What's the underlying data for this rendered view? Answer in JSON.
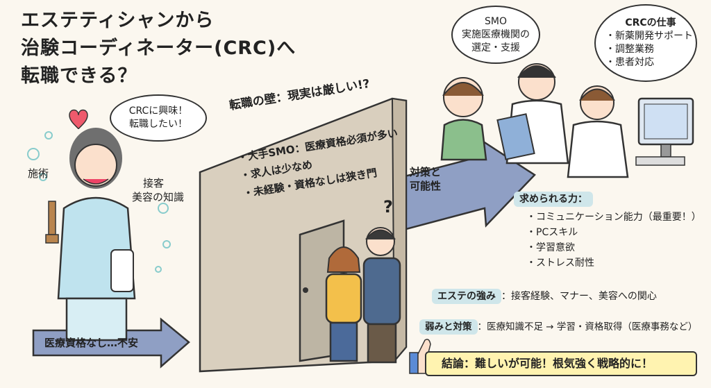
{
  "title": {
    "line1": "エステティシャンから",
    "line2": "治験コーディネーター(CRC)へ",
    "line3": "転職できる？"
  },
  "left": {
    "bubble_line1": "CRCに興味！",
    "bubble_line2": "転職したい！",
    "skill_1": "施術",
    "skill_2": "接客",
    "skill_3": "美容の知識",
    "arrow_text": "医療資格なし…不安"
  },
  "wall": {
    "title": "転職の壁：現実は厳しい!?",
    "lines": [
      "・大手SMO：医療資格必須が多い",
      "・求人は少なめ",
      "・未経験・資格なしは狭き門"
    ],
    "question_mark": "?"
  },
  "middle": {
    "arrow_text_line1": "対策と",
    "arrow_text_line2": "可能性"
  },
  "right": {
    "smo_bubble_title": "SMO",
    "smo_bubble_line1": "実施医療機関の",
    "smo_bubble_line2": "選定・支援",
    "crc_bubble_title": "CRCの仕事",
    "crc_bubble_items": [
      "・新薬開発サポート",
      "・調整業務",
      "・患者対応"
    ],
    "required_title": "求められる力：",
    "required_items": [
      "・コミュニケーション能力（最重要！）",
      "・PCスキル",
      "・学習意欲",
      "・ストレス耐性"
    ],
    "strength_tag": "エステの強み",
    "strength_text": "：接客経験、マナー、美容への関心",
    "weakness_tag": "弱みと対策",
    "weakness_text": "：医療知識不足 → 学習・資格取得（医療事務など）",
    "conclusion": "結論：難しいが可能！根気強く戦略的に！"
  },
  "colors": {
    "background": "#fbf7ef",
    "wall": "#d9cfbe",
    "arrow": "#8f9fc4",
    "tag": "#cfe6ea",
    "conclusion": "#fff3b0"
  }
}
